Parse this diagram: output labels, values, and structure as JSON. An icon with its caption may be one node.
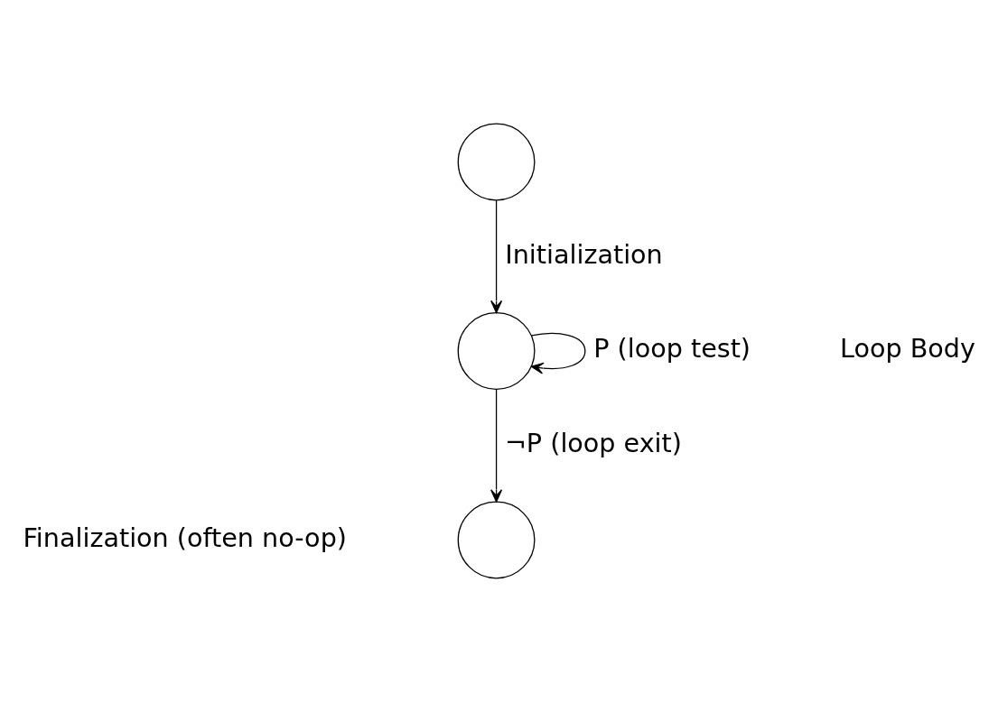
{
  "diagram": {
    "nodes": [
      {
        "text": [],
        "shape": "circle"
      },
      {
        "text": [],
        "shape": "circle"
      },
      {
        "text": [],
        "shape": "circle"
      }
    ],
    "edges": [
      {
        "from": 0,
        "to": 1,
        "arrow": "to",
        "label": "Initialization"
      },
      {
        "from": 1,
        "to": 1,
        "arrow": "to",
        "label": "P (loop test)"
      },
      {
        "from": 1,
        "to": 2,
        "arrow": "to",
        "label": "¬P (loop exit)"
      }
    ],
    "labels": [
      "Loop Body",
      "Finalization (often no-op)"
    ]
  }
}
